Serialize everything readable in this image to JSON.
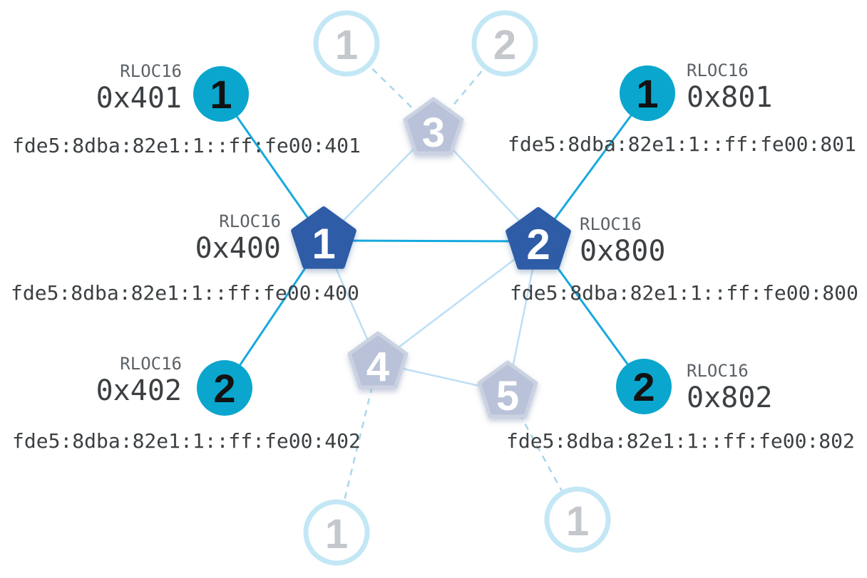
{
  "app": "thread-network-topology-graph",
  "colors": {
    "router_active_fill": "#2e5ba6",
    "router_inactive_fill": "#b9c2d8",
    "router_inactive_stroke": "#cbd2e2",
    "child_active_fill": "#0aa6cd",
    "child_inactive_stroke": "#c3e7f5",
    "child_inactive_number": "#c4c7cb",
    "link_active": "#18a9dd",
    "link_router": "#bcdff5",
    "link_dashed": "#a9d6ec",
    "text_primary": "#3c4043",
    "text_secondary": "#5c6267",
    "background": "#ffffff"
  },
  "nodes": {
    "router1": {
      "number": "1",
      "rloc_label": "RLOC16",
      "rloc": "0x400",
      "ipv6": "fde5:8dba:82e1:1::ff:fe00:400"
    },
    "router2": {
      "number": "2",
      "rloc_label": "RLOC16",
      "rloc": "0x800",
      "ipv6": "fde5:8dba:82e1:1::ff:fe00:800"
    },
    "router3": {
      "number": "3"
    },
    "router4": {
      "number": "4"
    },
    "router5": {
      "number": "5"
    },
    "child401": {
      "number": "1",
      "rloc_label": "RLOC16",
      "rloc": "0x401",
      "ipv6": "fde5:8dba:82e1:1::ff:fe00:401"
    },
    "child402": {
      "number": "2",
      "rloc_label": "RLOC16",
      "rloc": "0x402",
      "ipv6": "fde5:8dba:82e1:1::ff:fe00:402"
    },
    "child801": {
      "number": "1",
      "rloc_label": "RLOC16",
      "rloc": "0x801",
      "ipv6": "fde5:8dba:82e1:1::ff:fe00:801"
    },
    "child802": {
      "number": "2",
      "rloc_label": "RLOC16",
      "rloc": "0x802",
      "ipv6": "fde5:8dba:82e1:1::ff:fe00:802"
    },
    "ghost_child_top_1": {
      "number": "1"
    },
    "ghost_child_top_2": {
      "number": "2"
    },
    "ghost_child_bottom_left": {
      "number": "1"
    },
    "ghost_child_bottom_right": {
      "number": "1"
    }
  }
}
